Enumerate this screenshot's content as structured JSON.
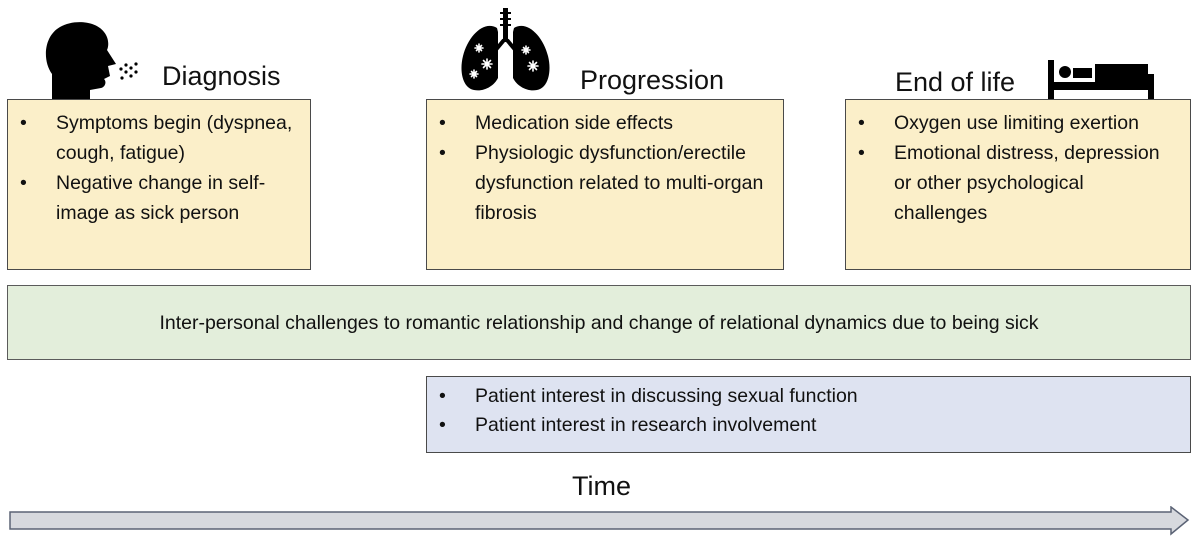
{
  "stages": [
    {
      "title": "Diagnosis",
      "icon": "head-coughing-icon",
      "bullets": [
        "Symptoms begin (dyspnea, cough, fatigue)",
        "Negative change in self-image as sick person"
      ]
    },
    {
      "title": "Progression",
      "icon": "lungs-icon",
      "bullets": [
        "Medication side effects",
        "Physiologic dysfunction/erectile dysfunction related to multi-organ fibrosis"
      ]
    },
    {
      "title": "End of life",
      "icon": "hospital-bed-icon",
      "bullets": [
        "Oxygen use limiting exertion",
        "Emotional distress, depression or other psychological challenges"
      ]
    }
  ],
  "relationship_band": "Inter-personal challenges to romantic relationship and change of relational dynamics due to being sick",
  "patient_interest": [
    "Patient interest in discussing sexual function",
    "Patient interest in research involvement"
  ],
  "time_label": "Time",
  "colors": {
    "stage_box_fill": "#fbefc9",
    "relationship_band_fill": "#e3eedb",
    "patient_box_fill": "#dee3f1",
    "arrow_fill": "#d7d9de"
  }
}
